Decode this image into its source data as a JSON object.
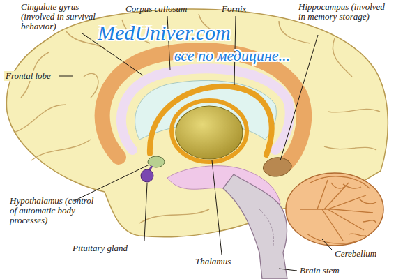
{
  "diagram": {
    "labels": [
      "Cingulate gyrus (involved in survival behavior)",
      "Corpus callosum",
      "Fornix",
      "Hippocampus (involved in memory storage)",
      "Frontal lobe",
      "Hypothalamus (control of automatic body processes)",
      "Pituitary gland",
      "Thalamus",
      "Cerebellum",
      "Brain stem",
      "MedUniver.com",
      "все по медицине..."
    ]
  }
}
